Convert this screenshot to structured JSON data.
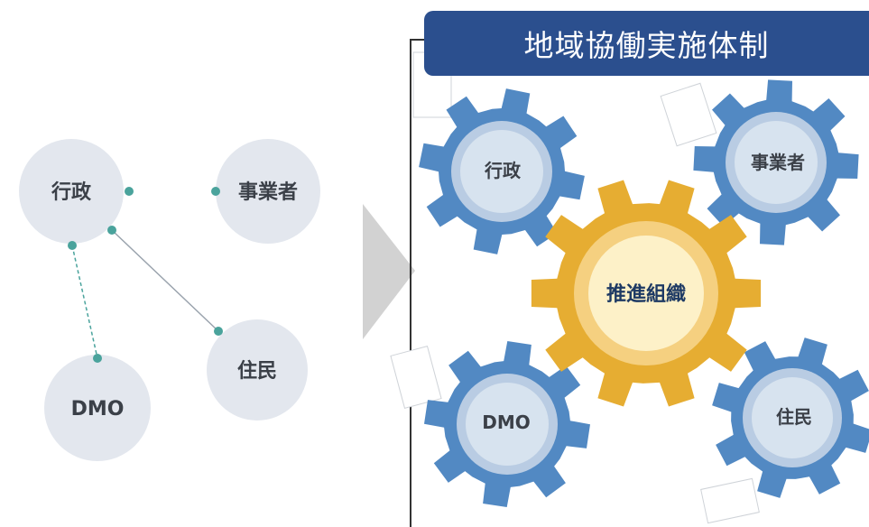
{
  "title": "地域協働実施体制",
  "left_diagram": {
    "nodes": [
      "行政",
      "事業者",
      "住民",
      "DMO"
    ]
  },
  "right_diagram": {
    "center": "推進組織",
    "gears": [
      "行政",
      "事業者",
      "DMO",
      "住民"
    ]
  },
  "colors": {
    "title_bg": "#2b4f8e",
    "gear_blue": "#5289c3",
    "gear_blue_inner": "#b9cce3",
    "gear_blue_core": "#d7e3ef",
    "gear_gold": "#e6ad32",
    "gear_gold_inner": "#f5d080",
    "gear_gold_core": "#fdf1c8",
    "node_fill": "#e3e7ee",
    "connector": "#4aa39c",
    "label_text": "#3b4048",
    "center_text": "#1e3a64"
  }
}
